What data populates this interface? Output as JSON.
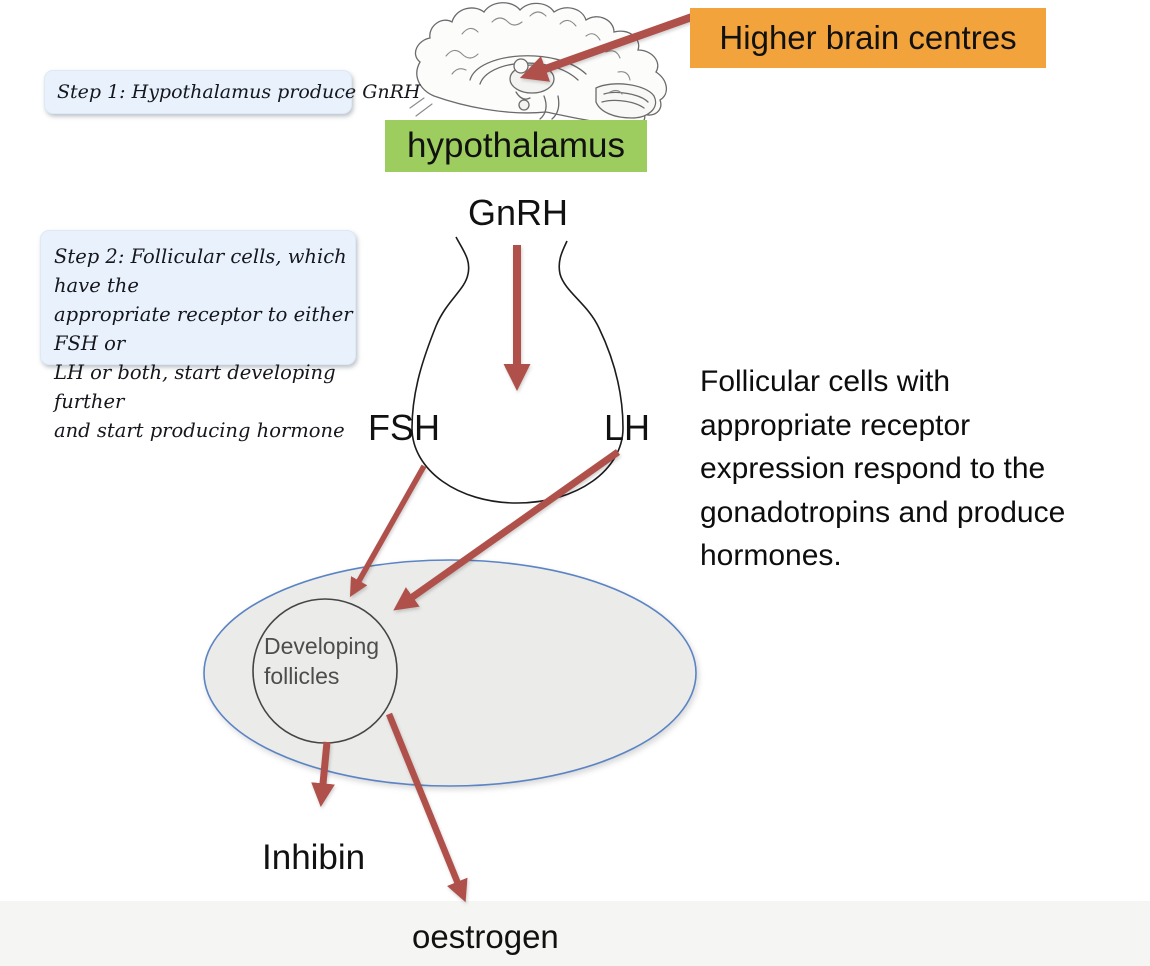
{
  "diagram": {
    "title_box": "Higher brain centres",
    "hypothalamus_box": "hypothalamus",
    "notes": {
      "step1": "Step 1: Hypothalamus produce GnRH",
      "step2_lines": [
        "Step 2: Follicular cells, which have the",
        "appropriate receptor to either FSH or",
        "LH or both, start developing further",
        "and start producing hormone"
      ]
    },
    "labels": {
      "gnrh": "GnRH",
      "fsh": "FSH",
      "lh": "LH",
      "inhibin": "Inhibin",
      "oestrogen": "oestrogen",
      "developing_follicles": "Developing follicles"
    },
    "side_note_lines": [
      "Follicular cells with",
      "appropriate receptor",
      "expression respond to the",
      "gonadotropins and produce",
      "hormones."
    ],
    "icons": {
      "brain": "brain-sagittal-sketch"
    },
    "colors": {
      "higher_brain_bg": "#f2a33c",
      "hypothalamus_bg": "#9dcc5f",
      "note_bg": "#e9f2fc",
      "arrow_red": "#b0504a",
      "ovary_fill": "#ebebe9",
      "ovary_stroke": "#5b84c4",
      "follicle_circle_stroke": "#454545",
      "footer_strip": "#f5f5f3"
    }
  }
}
